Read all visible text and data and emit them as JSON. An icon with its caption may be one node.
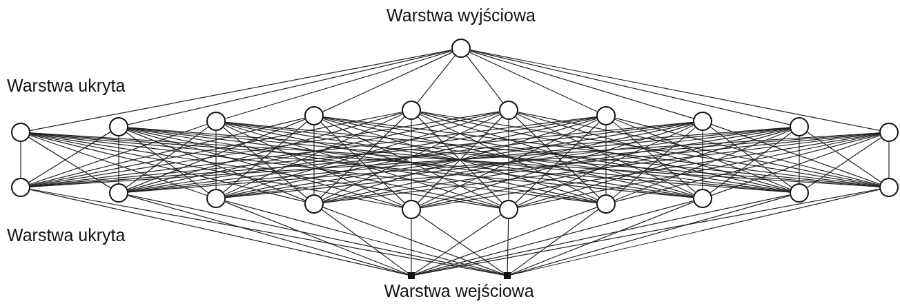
{
  "diagram": {
    "nodes": [
      {
        "text": [],
        "shape": "circle"
      },
      {
        "text": [],
        "shape": "circle"
      },
      {
        "text": [],
        "shape": "circle"
      },
      {
        "text": [],
        "shape": "circle"
      },
      {
        "text": [],
        "shape": "circle"
      },
      {
        "text": [],
        "shape": "circle"
      },
      {
        "text": [],
        "shape": "circle"
      },
      {
        "text": [],
        "shape": "circle"
      },
      {
        "text": [],
        "shape": "circle"
      },
      {
        "text": [],
        "shape": "circle"
      },
      {
        "text": [],
        "shape": "circle"
      },
      {
        "text": [],
        "shape": "circle"
      },
      {
        "text": [],
        "shape": "circle"
      },
      {
        "text": [],
        "shape": "circle"
      },
      {
        "text": [],
        "shape": "circle"
      },
      {
        "text": [],
        "shape": "circle"
      },
      {
        "text": [],
        "shape": "circle"
      },
      {
        "text": [],
        "shape": "circle"
      },
      {
        "text": [],
        "shape": "circle"
      },
      {
        "text": [],
        "shape": "circle"
      },
      {
        "text": [],
        "shape": "circle"
      },
      {
        "text": [],
        "shape": "box"
      },
      {
        "text": [],
        "shape": "box"
      }
    ],
    "edges": [
      {
        "from": 21,
        "to": 11,
        "arrow": "none"
      },
      {
        "from": 21,
        "to": 12,
        "arrow": "none"
      },
      {
        "from": 21,
        "to": 13,
        "arrow": "none"
      },
      {
        "from": 21,
        "to": 14,
        "arrow": "none"
      },
      {
        "from": 21,
        "to": 15,
        "arrow": "none"
      },
      {
        "from": 21,
        "to": 16,
        "arrow": "none"
      },
      {
        "from": 21,
        "to": 17,
        "arrow": "none"
      },
      {
        "from": 21,
        "to": 18,
        "arrow": "none"
      },
      {
        "from": 21,
        "to": 19,
        "arrow": "none"
      },
      {
        "from": 21,
        "to": 20,
        "arrow": "none"
      },
      {
        "from": 22,
        "to": 11,
        "arrow": "none"
      },
      {
        "from": 22,
        "to": 12,
        "arrow": "none"
      },
      {
        "from": 22,
        "to": 13,
        "arrow": "none"
      },
      {
        "from": 22,
        "to": 14,
        "arrow": "none"
      },
      {
        "from": 22,
        "to": 15,
        "arrow": "none"
      },
      {
        "from": 22,
        "to": 16,
        "arrow": "none"
      },
      {
        "from": 22,
        "to": 17,
        "arrow": "none"
      },
      {
        "from": 22,
        "to": 18,
        "arrow": "none"
      },
      {
        "from": 22,
        "to": 19,
        "arrow": "none"
      },
      {
        "from": 22,
        "to": 20,
        "arrow": "none"
      },
      {
        "from": 11,
        "to": 1,
        "arrow": "none"
      },
      {
        "from": 11,
        "to": 2,
        "arrow": "none"
      },
      {
        "from": 11,
        "to": 3,
        "arrow": "none"
      },
      {
        "from": 11,
        "to": 4,
        "arrow": "none"
      },
      {
        "from": 11,
        "to": 5,
        "arrow": "none"
      },
      {
        "from": 11,
        "to": 6,
        "arrow": "none"
      },
      {
        "from": 11,
        "to": 7,
        "arrow": "none"
      },
      {
        "from": 11,
        "to": 8,
        "arrow": "none"
      },
      {
        "from": 11,
        "to": 9,
        "arrow": "none"
      },
      {
        "from": 11,
        "to": 10,
        "arrow": "none"
      },
      {
        "from": 12,
        "to": 1,
        "arrow": "none"
      },
      {
        "from": 12,
        "to": 2,
        "arrow": "none"
      },
      {
        "from": 12,
        "to": 3,
        "arrow": "none"
      },
      {
        "from": 12,
        "to": 4,
        "arrow": "none"
      },
      {
        "from": 12,
        "to": 5,
        "arrow": "none"
      },
      {
        "from": 12,
        "to": 6,
        "arrow": "none"
      },
      {
        "from": 12,
        "to": 7,
        "arrow": "none"
      },
      {
        "from": 12,
        "to": 8,
        "arrow": "none"
      },
      {
        "from": 12,
        "to": 9,
        "arrow": "none"
      },
      {
        "from": 12,
        "to": 10,
        "arrow": "none"
      },
      {
        "from": 13,
        "to": 1,
        "arrow": "none"
      },
      {
        "from": 13,
        "to": 2,
        "arrow": "none"
      },
      {
        "from": 13,
        "to": 3,
        "arrow": "none"
      },
      {
        "from": 13,
        "to": 4,
        "arrow": "none"
      },
      {
        "from": 13,
        "to": 5,
        "arrow": "none"
      },
      {
        "from": 13,
        "to": 6,
        "arrow": "none"
      },
      {
        "from": 13,
        "to": 7,
        "arrow": "none"
      },
      {
        "from": 13,
        "to": 8,
        "arrow": "none"
      },
      {
        "from": 13,
        "to": 9,
        "arrow": "none"
      },
      {
        "from": 13,
        "to": 10,
        "arrow": "none"
      },
      {
        "from": 14,
        "to": 1,
        "arrow": "none"
      },
      {
        "from": 14,
        "to": 2,
        "arrow": "none"
      },
      {
        "from": 14,
        "to": 3,
        "arrow": "none"
      },
      {
        "from": 14,
        "to": 4,
        "arrow": "none"
      },
      {
        "from": 14,
        "to": 5,
        "arrow": "none"
      },
      {
        "from": 14,
        "to": 6,
        "arrow": "none"
      },
      {
        "from": 14,
        "to": 7,
        "arrow": "none"
      },
      {
        "from": 14,
        "to": 8,
        "arrow": "none"
      },
      {
        "from": 14,
        "to": 9,
        "arrow": "none"
      },
      {
        "from": 14,
        "to": 10,
        "arrow": "none"
      },
      {
        "from": 15,
        "to": 1,
        "arrow": "none"
      },
      {
        "from": 15,
        "to": 2,
        "arrow": "none"
      },
      {
        "from": 15,
        "to": 3,
        "arrow": "none"
      },
      {
        "from": 15,
        "to": 4,
        "arrow": "none"
      },
      {
        "from": 15,
        "to": 5,
        "arrow": "none"
      },
      {
        "from": 15,
        "to": 6,
        "arrow": "none"
      },
      {
        "from": 15,
        "to": 7,
        "arrow": "none"
      },
      {
        "from": 15,
        "to": 8,
        "arrow": "none"
      },
      {
        "from": 15,
        "to": 9,
        "arrow": "none"
      },
      {
        "from": 15,
        "to": 10,
        "arrow": "none"
      },
      {
        "from": 16,
        "to": 1,
        "arrow": "none"
      },
      {
        "from": 16,
        "to": 2,
        "arrow": "none"
      },
      {
        "from": 16,
        "to": 3,
        "arrow": "none"
      },
      {
        "from": 16,
        "to": 4,
        "arrow": "none"
      },
      {
        "from": 16,
        "to": 5,
        "arrow": "none"
      },
      {
        "from": 16,
        "to": 6,
        "arrow": "none"
      },
      {
        "from": 16,
        "to": 7,
        "arrow": "none"
      },
      {
        "from": 16,
        "to": 8,
        "arrow": "none"
      },
      {
        "from": 16,
        "to": 9,
        "arrow": "none"
      },
      {
        "from": 16,
        "to": 10,
        "arrow": "none"
      },
      {
        "from": 17,
        "to": 1,
        "arrow": "none"
      },
      {
        "from": 17,
        "to": 2,
        "arrow": "none"
      },
      {
        "from": 17,
        "to": 3,
        "arrow": "none"
      },
      {
        "from": 17,
        "to": 4,
        "arrow": "none"
      },
      {
        "from": 17,
        "to": 5,
        "arrow": "none"
      },
      {
        "from": 17,
        "to": 6,
        "arrow": "none"
      },
      {
        "from": 17,
        "to": 7,
        "arrow": "none"
      },
      {
        "from": 17,
        "to": 8,
        "arrow": "none"
      },
      {
        "from": 17,
        "to": 9,
        "arrow": "none"
      },
      {
        "from": 17,
        "to": 10,
        "arrow": "none"
      },
      {
        "from": 18,
        "to": 1,
        "arrow": "none"
      },
      {
        "from": 18,
        "to": 2,
        "arrow": "none"
      },
      {
        "from": 18,
        "to": 3,
        "arrow": "none"
      },
      {
        "from": 18,
        "to": 4,
        "arrow": "none"
      },
      {
        "from": 18,
        "to": 5,
        "arrow": "none"
      },
      {
        "from": 18,
        "to": 6,
        "arrow": "none"
      },
      {
        "from": 18,
        "to": 7,
        "arrow": "none"
      },
      {
        "from": 18,
        "to": 8,
        "arrow": "none"
      },
      {
        "from": 18,
        "to": 9,
        "arrow": "none"
      },
      {
        "from": 18,
        "to": 10,
        "arrow": "none"
      },
      {
        "from": 19,
        "to": 1,
        "arrow": "none"
      },
      {
        "from": 19,
        "to": 2,
        "arrow": "none"
      },
      {
        "from": 19,
        "to": 3,
        "arrow": "none"
      },
      {
        "from": 19,
        "to": 4,
        "arrow": "none"
      },
      {
        "from": 19,
        "to": 5,
        "arrow": "none"
      },
      {
        "from": 19,
        "to": 6,
        "arrow": "none"
      },
      {
        "from": 19,
        "to": 7,
        "arrow": "none"
      },
      {
        "from": 19,
        "to": 8,
        "arrow": "none"
      },
      {
        "from": 19,
        "to": 9,
        "arrow": "none"
      },
      {
        "from": 19,
        "to": 10,
        "arrow": "none"
      },
      {
        "from": 20,
        "to": 1,
        "arrow": "none"
      },
      {
        "from": 20,
        "to": 2,
        "arrow": "none"
      },
      {
        "from": 20,
        "to": 3,
        "arrow": "none"
      },
      {
        "from": 20,
        "to": 4,
        "arrow": "none"
      },
      {
        "from": 20,
        "to": 5,
        "arrow": "none"
      },
      {
        "from": 20,
        "to": 6,
        "arrow": "none"
      },
      {
        "from": 20,
        "to": 7,
        "arrow": "none"
      },
      {
        "from": 20,
        "to": 8,
        "arrow": "none"
      },
      {
        "from": 20,
        "to": 9,
        "arrow": "none"
      },
      {
        "from": 20,
        "to": 10,
        "arrow": "none"
      },
      {
        "from": 1,
        "to": 0,
        "arrow": "none"
      },
      {
        "from": 2,
        "to": 0,
        "arrow": "none"
      },
      {
        "from": 3,
        "to": 0,
        "arrow": "none"
      },
      {
        "from": 4,
        "to": 0,
        "arrow": "none"
      },
      {
        "from": 5,
        "to": 0,
        "arrow": "none"
      },
      {
        "from": 6,
        "to": 0,
        "arrow": "none"
      },
      {
        "from": 7,
        "to": 0,
        "arrow": "none"
      },
      {
        "from": 8,
        "to": 0,
        "arrow": "none"
      },
      {
        "from": 9,
        "to": 0,
        "arrow": "none"
      },
      {
        "from": 10,
        "to": 0,
        "arrow": "none"
      }
    ],
    "labels": [
      "Warstwa wyjściowa",
      "Warstwa ukryta",
      "Warstwa ukryta",
      "Warstwa wejściowa"
    ]
  }
}
